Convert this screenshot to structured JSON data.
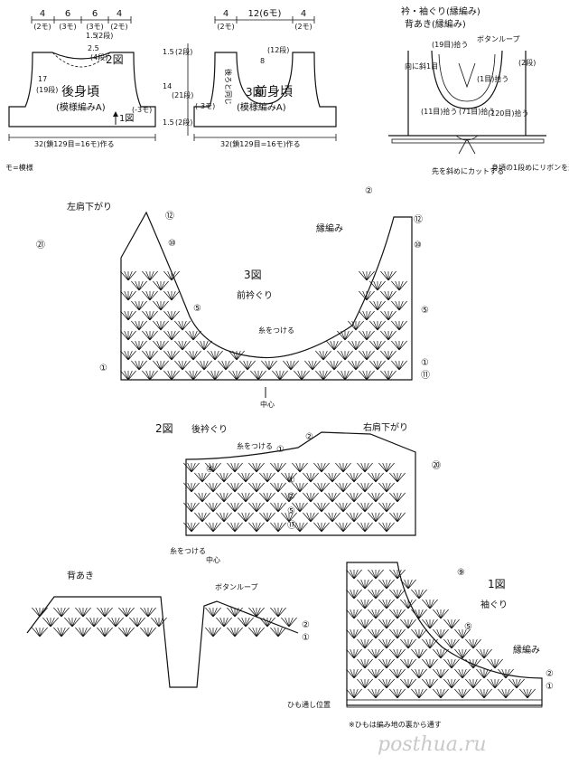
{
  "back": {
    "title_no": "2図",
    "title": "後身頃",
    "subtitle": "(模様編みA)",
    "top_dims": [
      {
        "v": "4",
        "st": "(2モ)"
      },
      {
        "v": "6",
        "st": "(3モ)"
      },
      {
        "v": "6",
        "st": "(3モ)"
      },
      {
        "v": "4",
        "st": "(2モ)"
      }
    ],
    "neck_rows": "1.5",
    "neck_rows_st": "(2段)",
    "neck_drop": "2.5",
    "neck_drop_st": "(4段)",
    "armhole": "17",
    "armhole_st": "(19段)",
    "side_dec": "(-3モ)",
    "fig1": "1図",
    "width": "32(鎖129目=16モ)作る"
  },
  "front": {
    "title_no": "3図",
    "title": "前身頃",
    "subtitle": "(模様編みA)",
    "top_dims": [
      {
        "v": "4",
        "st": "(2モ)"
      },
      {
        "v": "12(6モ)",
        "st": ""
      },
      {
        "v": "4",
        "st": "(2モ)"
      }
    ],
    "neck_depth": "8",
    "neck_depth_st": "(12段)",
    "side_note": "後ろと同じ",
    "side_dec": "(-3モ)",
    "rows_top": "1.5",
    "rows_top_st": "(2段)",
    "rows_mid": "14",
    "rows_mid_st": "(21段)",
    "rows_bot": "1.5",
    "rows_bot_st": "(2段)",
    "width": "32(鎖129目=16モ)作る"
  },
  "finish": {
    "title1": "衿・袖ぐり(縁編み)",
    "title2": "背あき(縁編み)",
    "labels": {
      "l19": "(19目)拾う",
      "button_loop": "ボタンループ",
      "slant": "向に斜1目",
      "l1": "(1目)拾う",
      "l11": "(11目)拾う",
      "l71": "(71目)拾う",
      "l120": "(120目)拾う",
      "rows2": "(2段)",
      "cut": "先を斜めにカットする",
      "ribbon": "身頃の1段めにリボンを通す"
    }
  },
  "legend": "モ=模様",
  "chart3": {
    "title_no": "3図",
    "title": "前衿ぐり",
    "shoulder": "左肩下がり",
    "edge": "縁編み",
    "attach": "糸をつける",
    "center": "中心",
    "markers": [
      "②",
      "⑫",
      "⑩",
      "㉑",
      "⑤",
      "①",
      "⑤",
      "①",
      "⑪"
    ]
  },
  "chart2": {
    "title_no": "2図",
    "title": "後衿ぐり",
    "shoulder": "右肩下がり",
    "attach": "糸をつける",
    "attach2": "糸をつける",
    "center": "中心",
    "markers": [
      "②",
      "①",
      "④",
      "①",
      "②",
      "⑤",
      "⑰",
      "⑳"
    ]
  },
  "back_opening": {
    "title": "背あき",
    "button_loop": "ボタンループ",
    "markers": [
      "②",
      "①"
    ]
  },
  "chart1": {
    "title_no": "1図",
    "title": "袖ぐり",
    "edge": "縁編み",
    "ribbon_label": "ひも通し位置",
    "note": "※ひもは編み地の裏から通す",
    "markers": [
      "⑨",
      "⑤",
      "②",
      "①"
    ]
  },
  "watermark": "posthua.ru"
}
